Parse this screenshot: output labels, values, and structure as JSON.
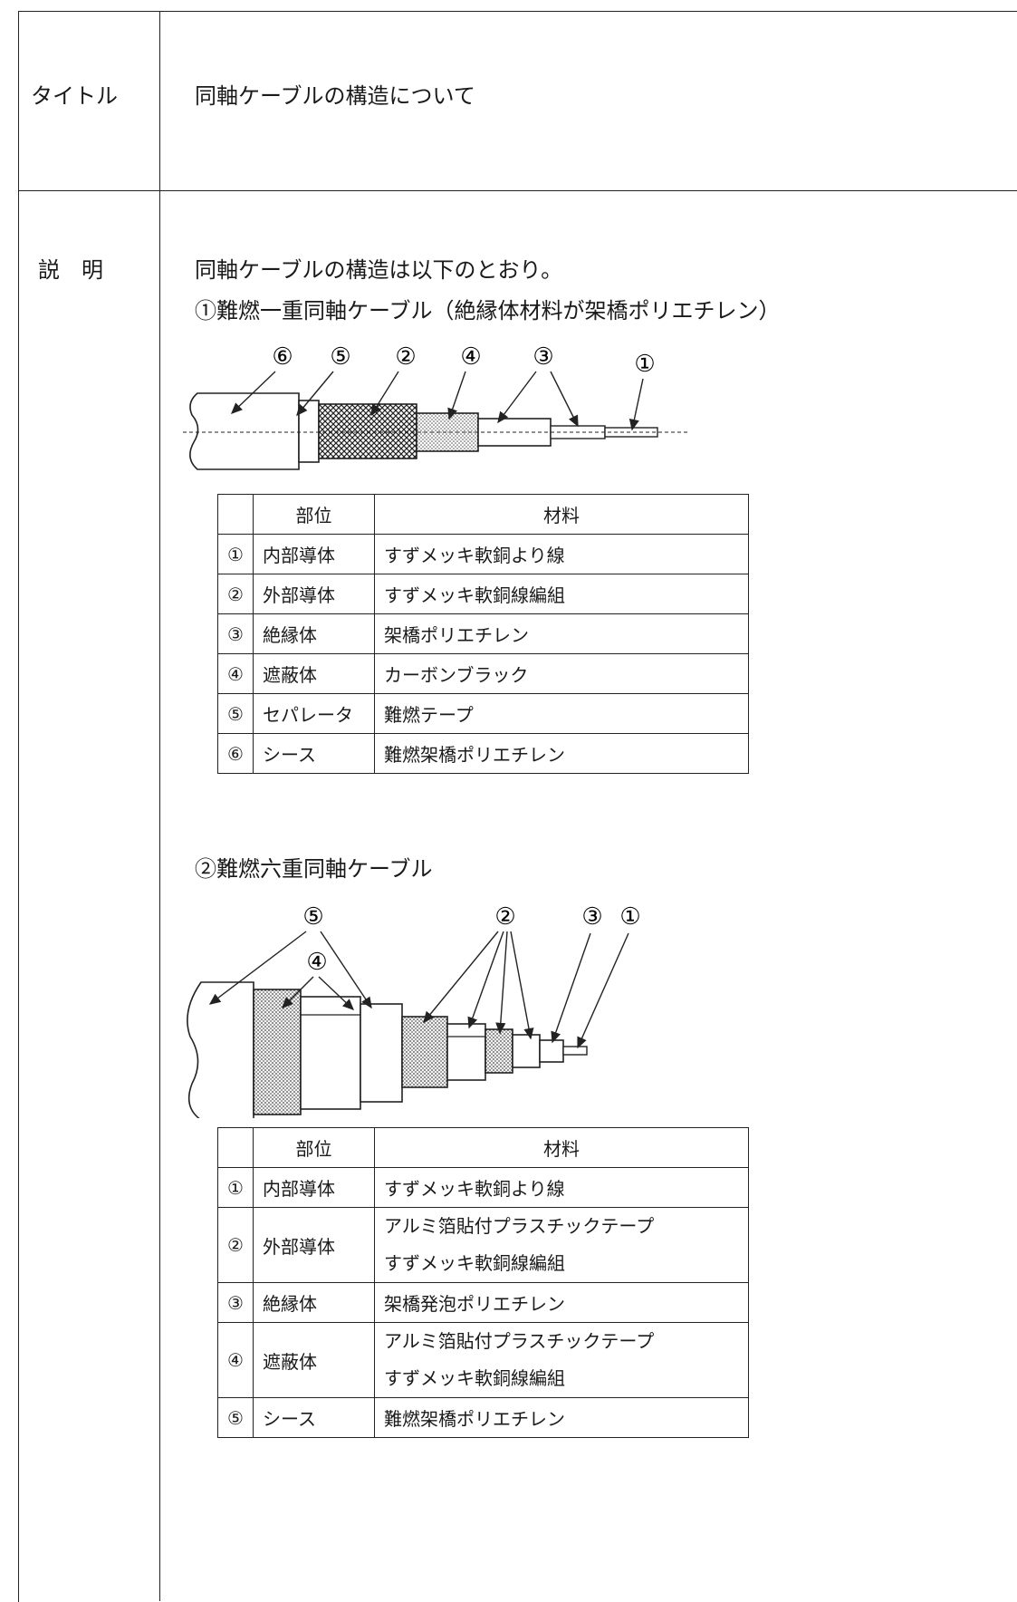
{
  "labels": {
    "title": "タイトル",
    "description": "説　明"
  },
  "title": "同軸ケーブルの構造について",
  "intro": "同軸ケーブルの構造は以下のとおり。",
  "section1": {
    "heading": "①難燃一重同軸ケーブル（絶縁体材料が架橋ポリエチレン）",
    "callouts": [
      "⑥",
      "⑤",
      "②",
      "④",
      "③",
      "①"
    ],
    "table": {
      "headers": [
        "",
        "部位",
        "材料"
      ],
      "rows": [
        {
          "num": "①",
          "part": "内部導体",
          "material": "すずメッキ軟銅より線"
        },
        {
          "num": "②",
          "part": "外部導体",
          "material": "すずメッキ軟銅線編組"
        },
        {
          "num": "③",
          "part": "絶縁体",
          "material": "架橋ポリエチレン"
        },
        {
          "num": "④",
          "part": "遮蔽体",
          "material": "カーボンブラック"
        },
        {
          "num": "⑤",
          "part": "セパレータ",
          "material": "難燃テープ"
        },
        {
          "num": "⑥",
          "part": "シース",
          "material": "難燃架橋ポリエチレン"
        }
      ]
    }
  },
  "section2": {
    "heading": "②難燃六重同軸ケーブル",
    "callouts": [
      "⑤",
      "④",
      "②",
      "③",
      "①"
    ],
    "table": {
      "headers": [
        "",
        "部位",
        "材料"
      ],
      "rows": [
        {
          "num": "①",
          "part": "内部導体",
          "material": [
            "すずメッキ軟銅より線"
          ]
        },
        {
          "num": "②",
          "part": "外部導体",
          "material": [
            "アルミ箔貼付プラスチックテープ",
            "すずメッキ軟銅線編組"
          ]
        },
        {
          "num": "③",
          "part": "絶縁体",
          "material": [
            "架橋発泡ポリエチレン"
          ]
        },
        {
          "num": "④",
          "part": "遮蔽体",
          "material": [
            "アルミ箔貼付プラスチックテープ",
            "すずメッキ軟銅線編組"
          ]
        },
        {
          "num": "⑤",
          "part": "シース",
          "material": [
            "難燃架橋ポリエチレン"
          ]
        }
      ]
    }
  }
}
